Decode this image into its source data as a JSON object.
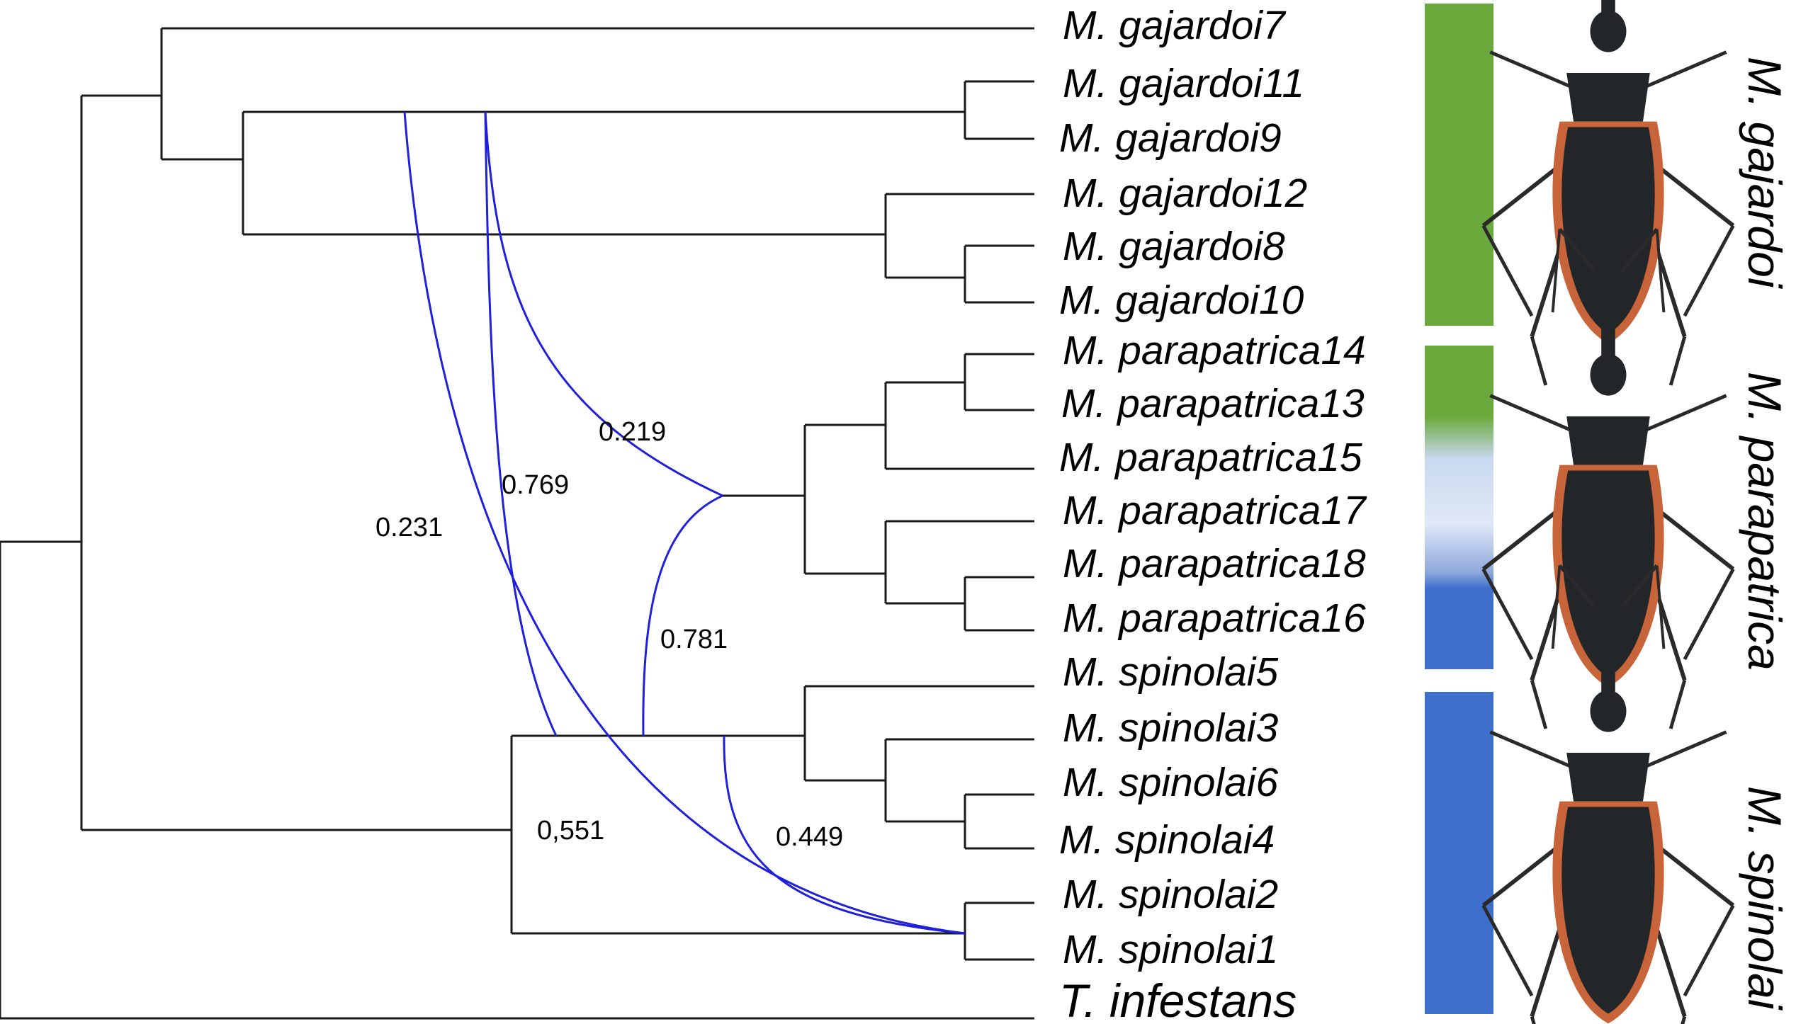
{
  "taxa": [
    "M. gajardoi7",
    "M. gajardoi11",
    "M. gajardoi9",
    "M. gajardoi12",
    "M. gajardoi8",
    "M. gajardoi10",
    "M. parapatrica14",
    "M. parapatrica13",
    "M. parapatrica15",
    "M. parapatrica17",
    "M. parapatrica18",
    "M. parapatrica16",
    "M. spinolai5",
    "M. spinolai3",
    "M. spinolai6",
    "M. spinolai4",
    "M. spinolai2",
    "M. spinolai1",
    "T. infestans"
  ],
  "probabilities": {
    "p_0219": "0.219",
    "p_0769": "0.769",
    "p_0231": "0.231",
    "p_0781": "0.781",
    "p_0551": "0,551",
    "p_0449": "0.449"
  },
  "groups": {
    "gajardoi": "M. gajardoi",
    "parapatrica": "M. parapatrica",
    "spinolai": "M. spinolai"
  },
  "colors": {
    "tree": "#1a1a1a",
    "reticulation": "#1f1fdc",
    "gajardoi": "#6aaa3c",
    "spinolai": "#3f6fcc",
    "admixed_light": "#dfe8f6",
    "insect_body": "#232629",
    "insect_margin": "#c8643a"
  },
  "icons": [
    "insect-gajardoi-icon",
    "insect-parapatrica-icon",
    "insect-spinolai-icon"
  ]
}
